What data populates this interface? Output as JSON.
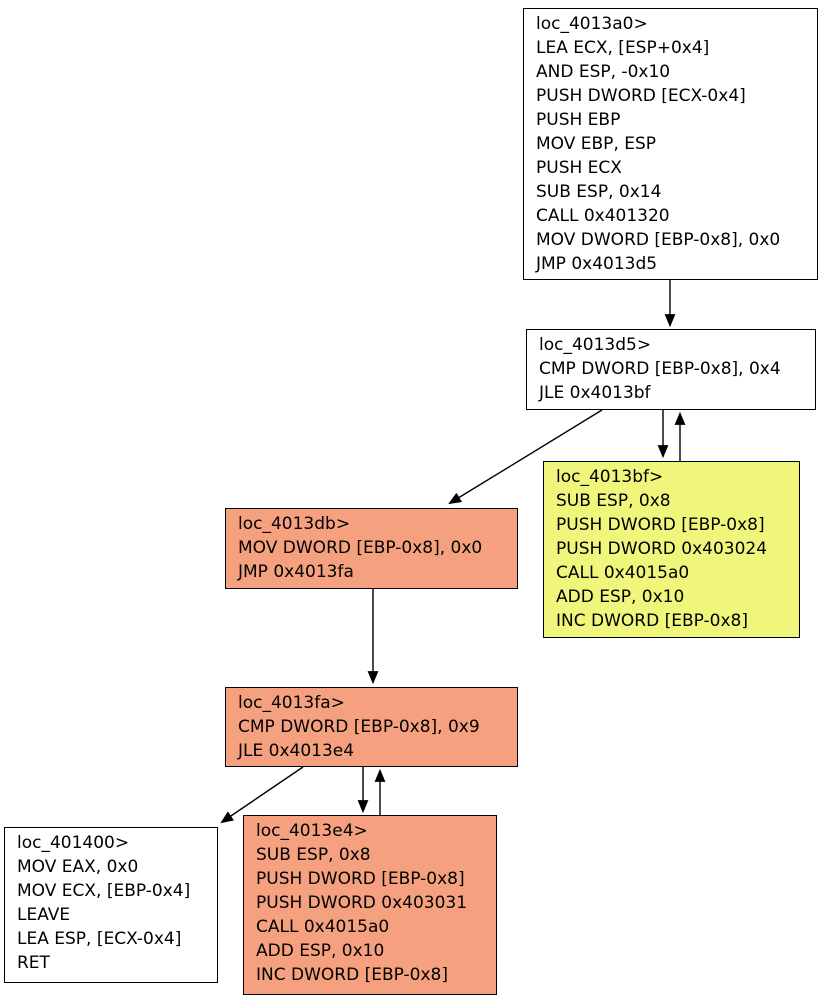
{
  "diagram": {
    "type": "control-flow-graph",
    "description": "Disassembly basic-block control flow graph",
    "colors": {
      "background": "#ffffff",
      "node_default_fill": "#ffffff",
      "node_path_fill": "#f5a07e",
      "node_loop_fill": "#f0f57c",
      "border": "#000000",
      "edge": "#000000",
      "text": "#000000"
    },
    "nodes": [
      {
        "id": "loc_4013a0",
        "label": "loc_4013a0>",
        "fill": "#ffffff",
        "instructions": [
          "LEA ECX, [ESP+0x4]",
          "AND ESP, -0x10",
          "PUSH DWORD [ECX-0x4]",
          "PUSH EBP",
          "MOV EBP, ESP",
          "PUSH ECX",
          "SUB ESP, 0x14",
          "CALL 0x401320",
          "MOV DWORD [EBP-0x8], 0x0",
          "JMP 0x4013d5"
        ]
      },
      {
        "id": "loc_4013d5",
        "label": "loc_4013d5>",
        "fill": "#ffffff",
        "instructions": [
          "CMP DWORD [EBP-0x8], 0x4",
          "JLE 0x4013bf"
        ]
      },
      {
        "id": "loc_4013bf",
        "label": "loc_4013bf>",
        "fill": "#f0f57c",
        "instructions": [
          "SUB ESP, 0x8",
          "PUSH DWORD [EBP-0x8]",
          "PUSH DWORD 0x403024",
          "CALL 0x4015a0",
          "ADD ESP, 0x10",
          "INC DWORD [EBP-0x8]"
        ]
      },
      {
        "id": "loc_4013db",
        "label": "loc_4013db>",
        "fill": "#f5a07e",
        "instructions": [
          "MOV DWORD [EBP-0x8], 0x0",
          "JMP 0x4013fa"
        ]
      },
      {
        "id": "loc_4013fa",
        "label": "loc_4013fa>",
        "fill": "#f5a07e",
        "instructions": [
          "CMP DWORD [EBP-0x8], 0x9",
          "JLE 0x4013e4"
        ]
      },
      {
        "id": "loc_401400",
        "label": "loc_401400>",
        "fill": "#ffffff",
        "instructions": [
          "MOV EAX, 0x0",
          "MOV ECX, [EBP-0x4]",
          "LEAVE",
          "LEA ESP, [ECX-0x4]",
          "RET"
        ]
      },
      {
        "id": "loc_4013e4",
        "label": "loc_4013e4>",
        "fill": "#f5a07e",
        "instructions": [
          "SUB ESP, 0x8",
          "PUSH DWORD [EBP-0x8]",
          "PUSH DWORD 0x403031",
          "CALL 0x4015a0",
          "ADD ESP, 0x10",
          "INC DWORD [EBP-0x8]"
        ]
      }
    ],
    "edges": [
      {
        "from": "loc_4013a0",
        "to": "loc_4013d5"
      },
      {
        "from": "loc_4013d5",
        "to": "loc_4013db"
      },
      {
        "from": "loc_4013d5",
        "to": "loc_4013bf"
      },
      {
        "from": "loc_4013bf",
        "to": "loc_4013d5"
      },
      {
        "from": "loc_4013db",
        "to": "loc_4013fa"
      },
      {
        "from": "loc_4013fa",
        "to": "loc_401400"
      },
      {
        "from": "loc_4013fa",
        "to": "loc_4013e4"
      },
      {
        "from": "loc_4013e4",
        "to": "loc_4013fa"
      }
    ]
  }
}
